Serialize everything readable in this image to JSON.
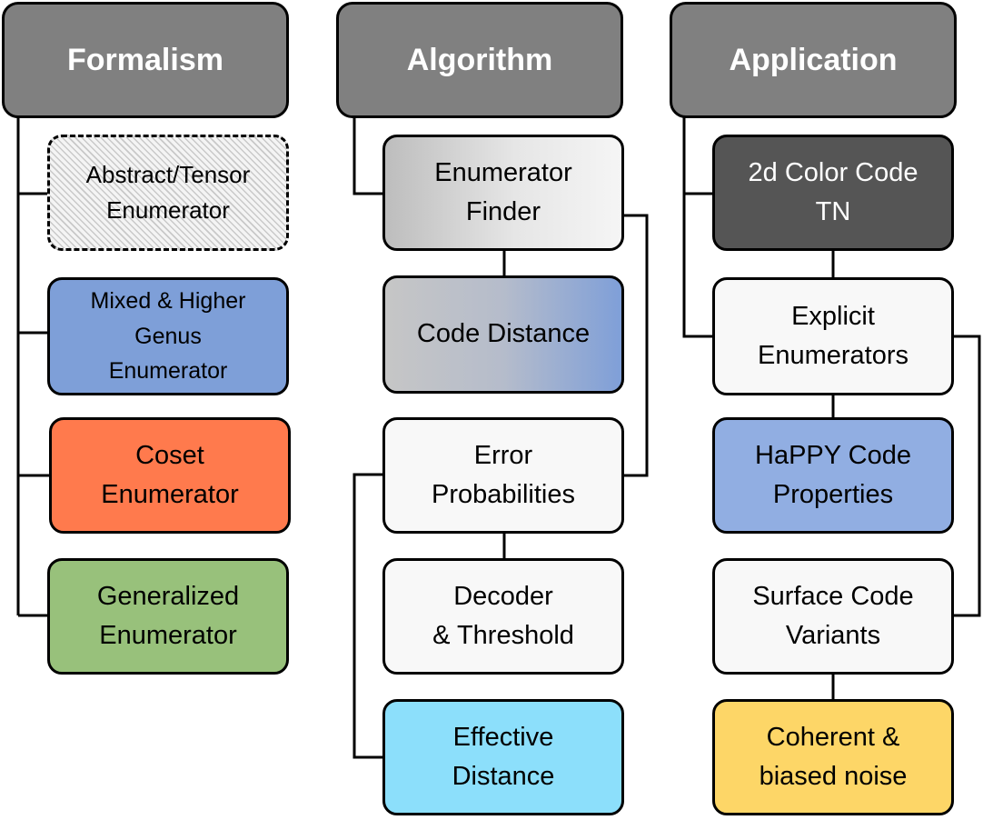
{
  "columns": [
    {
      "header": "Formalism",
      "boxes": [
        {
          "line1": "Abstract/Tensor",
          "line2": "Enumerator",
          "line3": ""
        },
        {
          "line1": "Mixed & Higher",
          "line2": "Genus",
          "line3": "Enumerator"
        },
        {
          "line1": "Coset",
          "line2": "Enumerator",
          "line3": ""
        },
        {
          "line1": "Generalized",
          "line2": "Enumerator",
          "line3": ""
        }
      ]
    },
    {
      "header": "Algorithm",
      "boxes": [
        {
          "line1": "Enumerator",
          "line2": "Finder"
        },
        {
          "line1": "Code Distance",
          "line2": ""
        },
        {
          "line1": "Error",
          "line2": "Probabilities"
        },
        {
          "line1": "Decoder",
          "line2": "& Threshold"
        },
        {
          "line1": "Effective",
          "line2": "Distance"
        }
      ]
    },
    {
      "header": "Application",
      "boxes": [
        {
          "line1": "2d Color Code",
          "line2": "TN"
        },
        {
          "line1": "Explicit",
          "line2": "Enumerators"
        },
        {
          "line1": "HaPPY Code",
          "line2": "Properties"
        },
        {
          "line1": "Surface Code",
          "line2": "Variants"
        },
        {
          "line1": "Coherent &",
          "line2": "biased noise"
        }
      ]
    }
  ],
  "colors": {
    "header": "#808080",
    "abstract_tensor": "#f4f4f4",
    "mixed_higher_genus": "#7e9fd8",
    "coset": "#ff7a4d",
    "generalized": "#98c17b",
    "enumerator_finder": "#e6e6e6",
    "code_distance": "#7f9fd8",
    "effective_distance": "#8cdffb",
    "color_code_tn": "#555555",
    "happy_code": "#91aee2",
    "coherent_noise": "#fdd667",
    "neutral_box": "#f8f8f8"
  }
}
